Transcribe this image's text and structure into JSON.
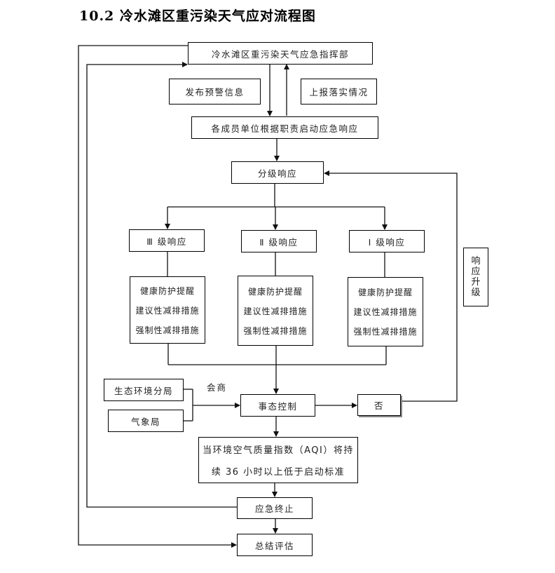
{
  "title": "10.2 冷水滩区重污染天气应对流程图",
  "nodes": {
    "command": "冷水滩区重污染天气应急指挥部",
    "warning": "发布预警信息",
    "report": "上报落实情况",
    "member_units": "各成员单位根据职责启动应急响应",
    "graded": "分级响应",
    "level3": "Ⅲ 级响应",
    "level2": "Ⅱ 级响应",
    "level1": "Ⅰ 级响应",
    "measures": [
      "健康防护提醒",
      "建议性减排措施",
      "强制性减排措施"
    ],
    "upgrade": [
      "响",
      "应",
      "升",
      "级"
    ],
    "eco_bureau": "生态环境分局",
    "weather_bureau": "气象局",
    "consult": "会商",
    "situation": "事态控制",
    "no": "否",
    "aqi": [
      "当环境空气质量指数（AQI）将持",
      "续 36 小时以上低于启动标准"
    ],
    "terminate": "应急终止",
    "evaluate": "总结评估"
  }
}
